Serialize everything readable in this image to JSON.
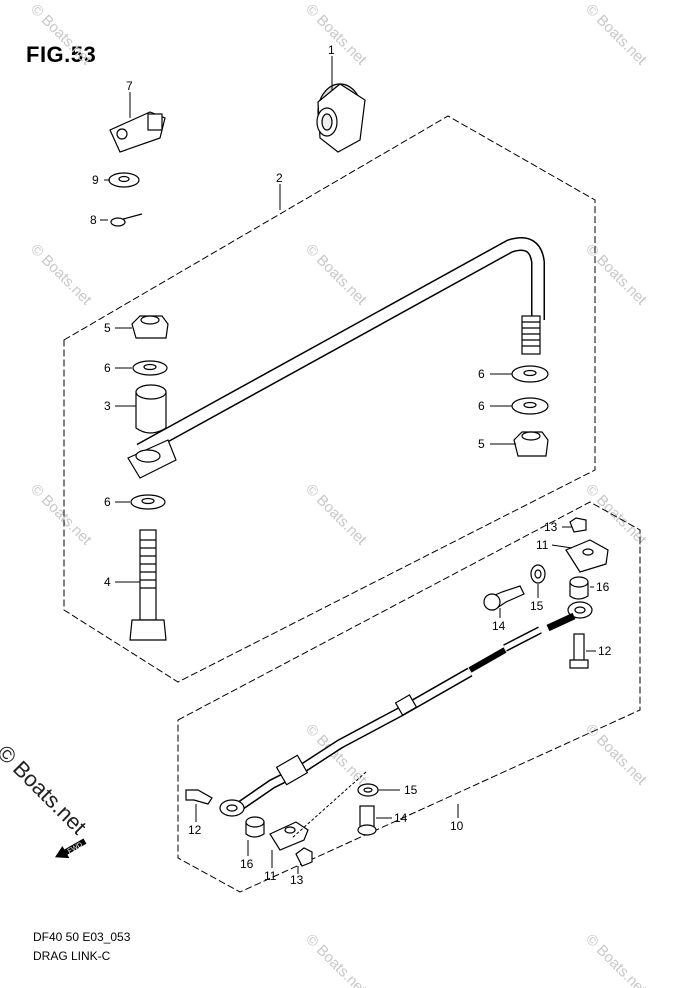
{
  "figure": {
    "title": "FIG.53",
    "code": "DF40 50 E03_053",
    "name": "DRAG LINK-C"
  },
  "watermark": {
    "text": "© Boats.net",
    "color": "#c8c8c8"
  },
  "fwd_badge": "FWD",
  "callouts": {
    "c1": "1",
    "c2": "2",
    "c3": "3",
    "c4": "4",
    "c5a": "5",
    "c5b": "5",
    "c6a": "6",
    "c6b": "6",
    "c6c": "6",
    "c6d": "6",
    "c7": "7",
    "c8": "8",
    "c9": "9",
    "c10": "10",
    "c11a": "11",
    "c11b": "11",
    "c12a": "12",
    "c12b": "12",
    "c13a": "13",
    "c13b": "13",
    "c14a": "14",
    "c14b": "14",
    "c15a": "15",
    "c15b": "15",
    "c16a": "16",
    "c16b": "16"
  }
}
